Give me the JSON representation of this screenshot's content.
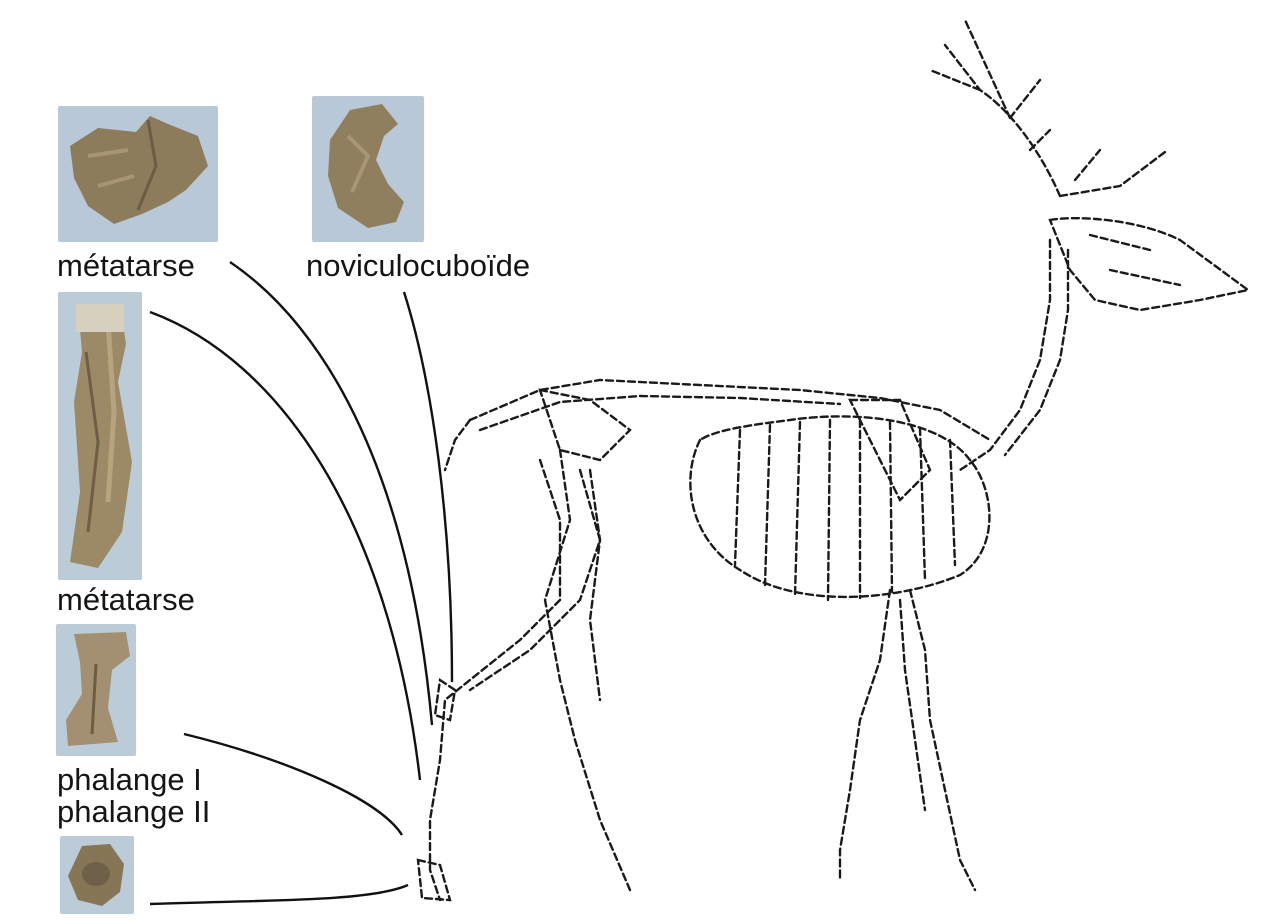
{
  "labels": {
    "metatarse_top": "métatarse",
    "noviculocuboide": "noviculocuboïde",
    "metatarse_mid": "métatarse",
    "phalange_1": "phalange I",
    "phalange_2": "phalange II"
  },
  "specimens": [
    {
      "name": "metatarse fragment photo"
    },
    {
      "name": "noviculocuboide photo"
    },
    {
      "name": "metatarse shaft photo"
    },
    {
      "name": "phalange I photo"
    },
    {
      "name": "phalange II photo"
    }
  ],
  "colors": {
    "photo_background": "#b7c6d4",
    "bone_tone": "#8d7d5e",
    "skeleton_ink": "#1a1a1a",
    "leader_line": "#111111"
  }
}
